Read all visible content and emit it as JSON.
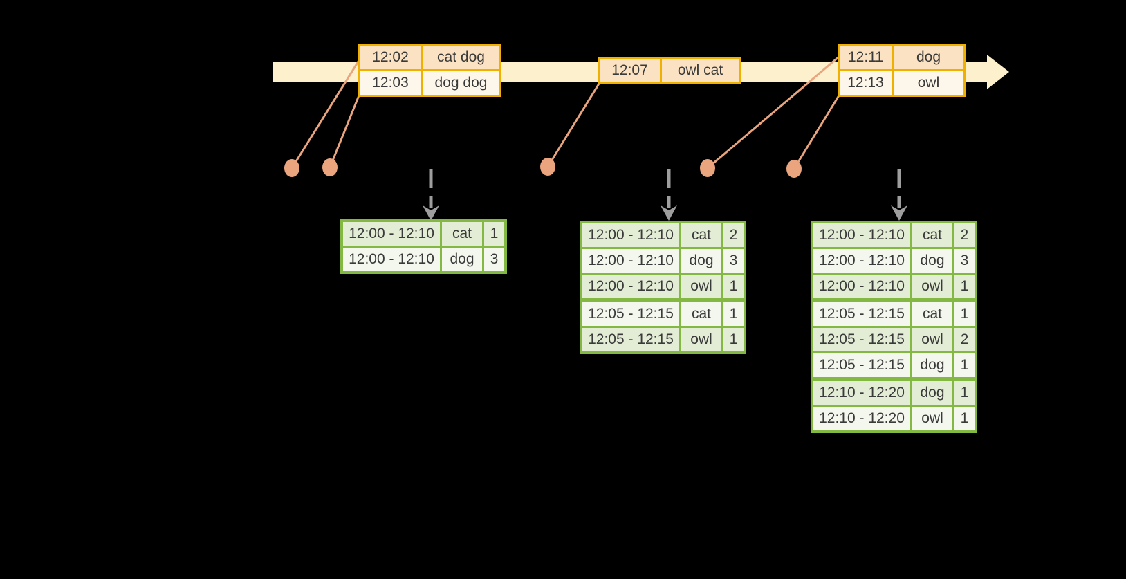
{
  "colors": {
    "background": "#000000",
    "timeline_band": "#fdf1cd",
    "event_table_border": "#f0b000",
    "event_row_dark": "#fbe2c3",
    "event_row_light": "#fdf6ea",
    "connector_salmon": "#eaa57e",
    "dashed_arrow_gray": "#9e9e9e",
    "result_table_border": "#83b843",
    "result_row_dark": "#e3ecd5",
    "result_row_light": "#f3f7ee",
    "text": "#3a3a3a"
  },
  "event_tables": [
    {
      "id": "event-table-1",
      "rows": [
        {
          "time": "12:02",
          "words": "cat dog"
        },
        {
          "time": "12:03",
          "words": "dog dog"
        }
      ]
    },
    {
      "id": "event-table-2",
      "rows": [
        {
          "time": "12:07",
          "words": "owl cat"
        }
      ]
    },
    {
      "id": "event-table-3",
      "rows": [
        {
          "time": "12:11",
          "words": "dog"
        },
        {
          "time": "12:13",
          "words": "owl"
        }
      ]
    }
  ],
  "result_tables": [
    {
      "id": "result-table-1",
      "rows": [
        {
          "window": "12:00 - 12:10",
          "word": "cat",
          "count": "1"
        },
        {
          "window": "12:00 - 12:10",
          "word": "dog",
          "count": "3"
        }
      ]
    },
    {
      "id": "result-table-2",
      "rows": [
        {
          "window": "12:00 - 12:10",
          "word": "cat",
          "count": "2"
        },
        {
          "window": "12:00 - 12:10",
          "word": "dog",
          "count": "3"
        },
        {
          "window": "12:00 - 12:10",
          "word": "owl",
          "count": "1"
        },
        {
          "window": "12:05 - 12:15",
          "word": "cat",
          "count": "1"
        },
        {
          "window": "12:05 - 12:15",
          "word": "owl",
          "count": "1"
        }
      ]
    },
    {
      "id": "result-table-3",
      "rows": [
        {
          "window": "12:00 - 12:10",
          "word": "cat",
          "count": "2"
        },
        {
          "window": "12:00 - 12:10",
          "word": "dog",
          "count": "3"
        },
        {
          "window": "12:00 - 12:10",
          "word": "owl",
          "count": "1"
        },
        {
          "window": "12:05 - 12:15",
          "word": "cat",
          "count": "1"
        },
        {
          "window": "12:05 - 12:15",
          "word": "owl",
          "count": "2"
        },
        {
          "window": "12:05 - 12:15",
          "word": "dog",
          "count": "1"
        },
        {
          "window": "12:10 - 12:20",
          "word": "dog",
          "count": "1"
        },
        {
          "window": "12:10 - 12:20",
          "word": "owl",
          "count": "1"
        }
      ]
    }
  ]
}
